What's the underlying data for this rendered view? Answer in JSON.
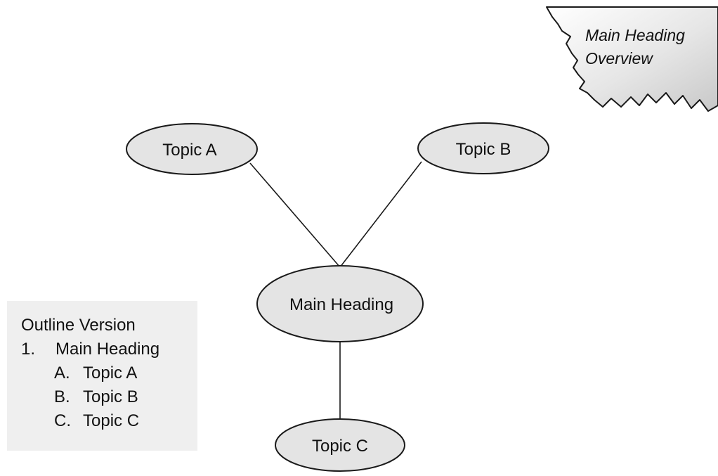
{
  "nodes": {
    "topic_a": "Topic A",
    "topic_b": "Topic B",
    "main": "Main Heading",
    "topic_c": "Topic C"
  },
  "banner": {
    "line1": "Main Heading",
    "line2": "Overview"
  },
  "outline": {
    "title": "Outline Version",
    "items": [
      {
        "marker": "1.",
        "text": "Main Heading"
      },
      {
        "marker": "A.",
        "text": "Topic A"
      },
      {
        "marker": "B.",
        "text": "Topic B"
      },
      {
        "marker": "C.",
        "text": "Topic C"
      }
    ]
  },
  "colors": {
    "node_fill": "#e4e4e4",
    "outline_box": "#efefef",
    "stroke": "#1a1a1a"
  }
}
